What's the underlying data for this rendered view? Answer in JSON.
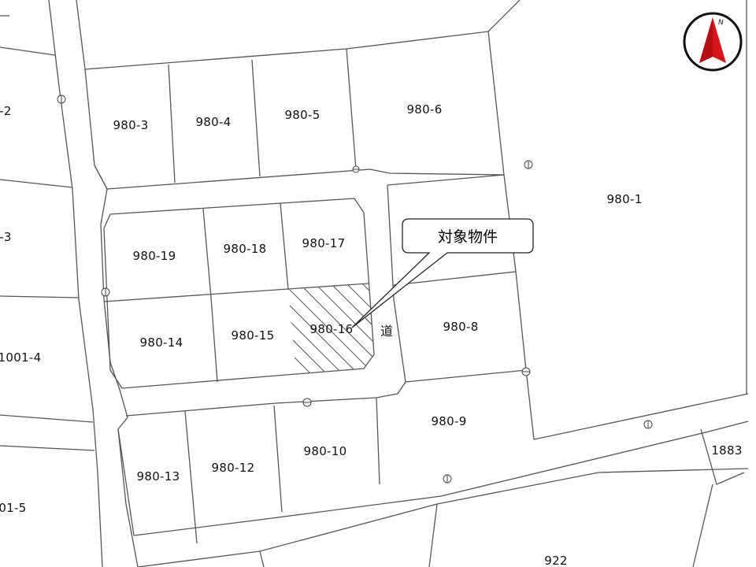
{
  "map": {
    "plots": [
      {
        "id": "p-980-3",
        "label": "980-3"
      },
      {
        "id": "p-980-4",
        "label": "980-4"
      },
      {
        "id": "p-980-5",
        "label": "980-5"
      },
      {
        "id": "p-980-6",
        "label": "980-6"
      },
      {
        "id": "p-980-1",
        "label": "980-1"
      },
      {
        "id": "p-980-19",
        "label": "980-19"
      },
      {
        "id": "p-980-18",
        "label": "980-18"
      },
      {
        "id": "p-980-17",
        "label": "980-17"
      },
      {
        "id": "p-980-14",
        "label": "980-14"
      },
      {
        "id": "p-980-15",
        "label": "980-15"
      },
      {
        "id": "p-980-16",
        "label": "980-16"
      },
      {
        "id": "p-980-8",
        "label": "980-8"
      },
      {
        "id": "p-980-9",
        "label": "980-9"
      },
      {
        "id": "p-980-13",
        "label": "980-13"
      },
      {
        "id": "p-980-12",
        "label": "980-12"
      },
      {
        "id": "p-980-10",
        "label": "980-10"
      },
      {
        "id": "p-1883",
        "label": "1883"
      },
      {
        "id": "p-922",
        "label": "922"
      }
    ],
    "edge_labels": [
      {
        "id": "e-2",
        "label": "-2"
      },
      {
        "id": "e-3",
        "label": "-3"
      },
      {
        "id": "e-1001-4",
        "label": "1001-4"
      },
      {
        "id": "e-01-5",
        "label": "01-5"
      }
    ],
    "road_label": "道",
    "target": {
      "callout_text": "対象物件",
      "plot_label": "980-16"
    },
    "compass": {
      "north_label": "N",
      "ring_color": "#111111",
      "arrow_color": "#d9161c"
    }
  }
}
